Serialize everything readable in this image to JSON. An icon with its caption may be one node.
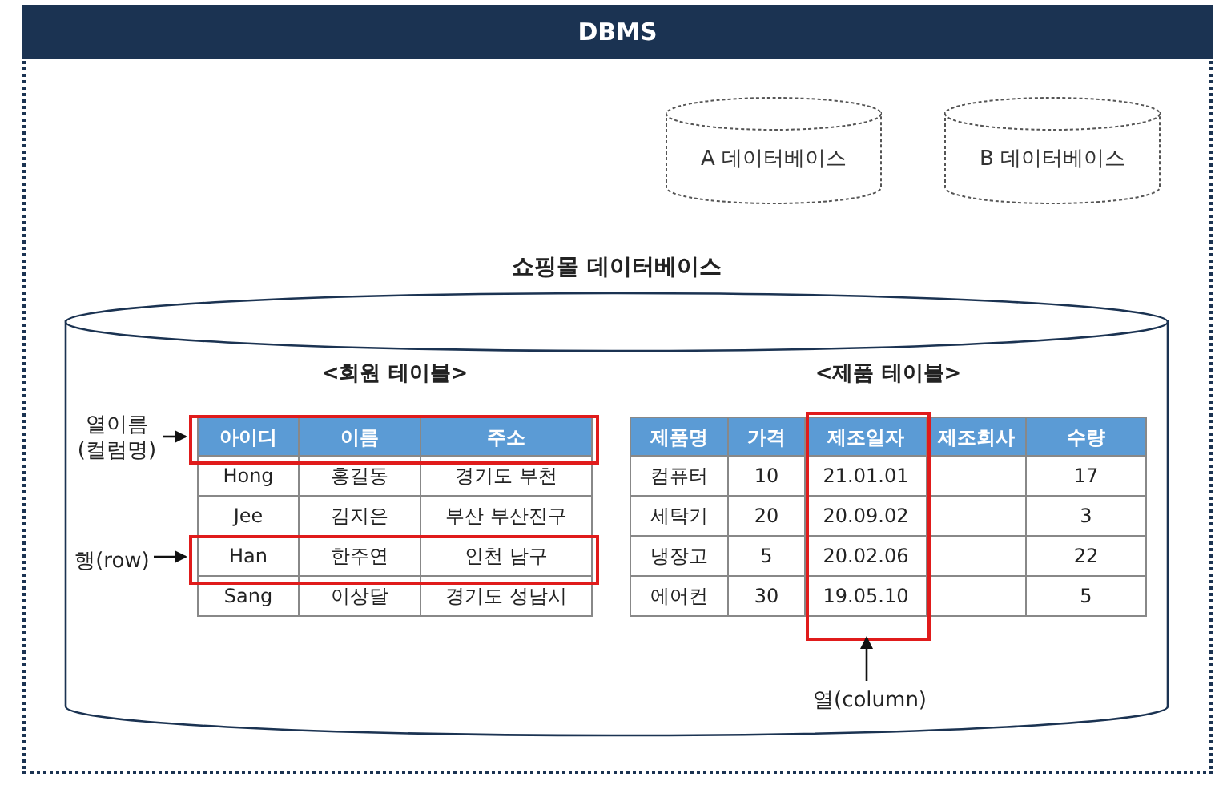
{
  "diagram": {
    "nodes": [
      {
        "text": [
          "DBMS"
        ]
      },
      {
        "text": [
          "A 데이터베이스"
        ],
        "in": 0
      },
      {
        "text": [
          "B 데이터베이스"
        ],
        "in": 0
      },
      {
        "text": [
          "쇼핑몰 데이터베이스"
        ],
        "in": 0
      },
      {
        "text": [],
        "shape": "box",
        "in": 3
      },
      {
        "text": [],
        "shape": "box",
        "in": 3
      },
      {
        "text": [],
        "shape": "box",
        "in": 3
      },
      {
        "text": [
          "열이름 (컬럼명)"
        ],
        "in": 3
      },
      {
        "text": [
          "행(row)"
        ],
        "in": 3
      },
      {
        "text": [
          "열(column)"
        ],
        "in": 3
      }
    ],
    "edges": [
      {
        "from": 7,
        "to": 4,
        "arrow": "to"
      },
      {
        "from": 8,
        "to": 5,
        "arrow": "to"
      },
      {
        "from": 9,
        "to": 6,
        "arrow": "to"
      }
    ],
    "labels": [
      "<회원 테이블>",
      "아이디",
      "이름",
      "주소",
      "Hong",
      "홍길동",
      "경기도 부천",
      "Jee",
      "김지은",
      "부산 부산진구",
      "Han",
      "한주연",
      "인천 남구",
      "Sang",
      "이상달",
      "경기도 성남시",
      "<제품 테이블>",
      "제품명",
      "가격",
      "제조일자",
      "제조회사",
      "수량",
      "컴퓨터",
      "10",
      "21.01.01",
      "17",
      "세탁기",
      "20",
      "20.09.02",
      "3",
      "냉장고",
      "5",
      "20.02.06",
      "22",
      "에어컨",
      "30",
      "19.05.10",
      "5"
    ]
  }
}
